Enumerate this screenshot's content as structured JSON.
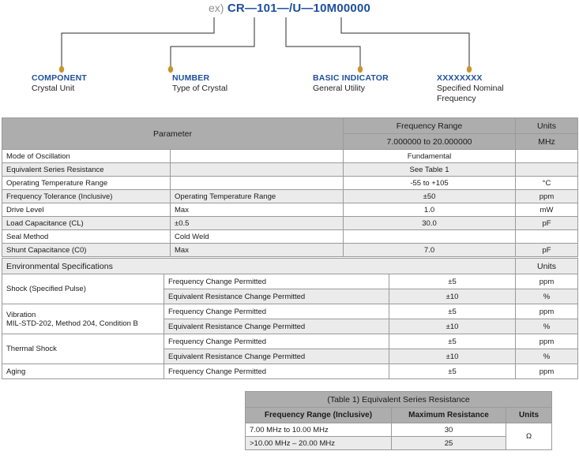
{
  "part_number_example": {
    "prefix": "ex)",
    "code": "CR—101—/U—10M00000",
    "callouts": [
      {
        "title": "COMPONENT",
        "sub1": "Crystal Unit",
        "sub2": ""
      },
      {
        "title": "NUMBER",
        "sub1": "Type of Crystal",
        "sub2": ""
      },
      {
        "title": "BASIC INDICATOR",
        "sub1": "General Utility",
        "sub2": ""
      },
      {
        "title": "XXXXXXXX",
        "sub1": "Specified Nominal",
        "sub2": "Frequency"
      }
    ],
    "dot_color": "#c8952b",
    "title_color": "#1d4f9c"
  },
  "parameters_table": {
    "header": {
      "parameter": "Parameter",
      "frequency_range": "Frequency Range",
      "frequency_range_value": "7.000000 to 20.000000",
      "units": "Units",
      "units_value": "MHz"
    },
    "rows": [
      {
        "param": "Mode of Oscillation",
        "cond": "",
        "value": "Fundamental",
        "units": ""
      },
      {
        "param": "Equivalent Series Resistance",
        "cond": "",
        "value": "See Table 1",
        "units": ""
      },
      {
        "param": "Operating Temperature Range",
        "cond": "",
        "value": "-55 to +105",
        "units": "°C"
      },
      {
        "param": "Frequency Tolerance (Inclusive)",
        "cond": "Operating Temperature Range",
        "value": "±50",
        "units": "ppm"
      },
      {
        "param": "Drive Level",
        "cond": "Max",
        "value": "1.0",
        "units": "mW"
      },
      {
        "param": "Load Capacitance (CL)",
        "cond": "±0.5",
        "value": "30.0",
        "units": "pF"
      },
      {
        "param": "Seal Method",
        "cond": "Cold Weld",
        "value": "",
        "units": ""
      },
      {
        "param": "Shunt Capacitance (C0)",
        "cond": "Max",
        "value": "7.0",
        "units": "pF"
      }
    ]
  },
  "environmental_table": {
    "header": {
      "title": "Environmental Specifications",
      "units": "Units"
    },
    "groups": [
      {
        "name_line1": "Shock (Specified Pulse)",
        "name_line2": "",
        "rows": [
          {
            "criteria": "Frequency Change Permitted",
            "value": "±5",
            "units": "ppm"
          },
          {
            "criteria": "Equivalent Resistance Change Permitted",
            "value": "±10",
            "units": "%"
          }
        ]
      },
      {
        "name_line1": "Vibration",
        "name_line2": "MIL-STD-202, Method 204, Condition B",
        "rows": [
          {
            "criteria": "Frequency Change Permitted",
            "value": "±5",
            "units": "ppm"
          },
          {
            "criteria": "Equivalent Resistance Change Permitted",
            "value": "±10",
            "units": "%"
          }
        ]
      },
      {
        "name_line1": "Thermal Shock",
        "name_line2": "",
        "rows": [
          {
            "criteria": "Frequency Change Permitted",
            "value": "±5",
            "units": "ppm"
          },
          {
            "criteria": "Equivalent Resistance Change Permitted",
            "value": "±10",
            "units": "%"
          }
        ]
      },
      {
        "name_line1": "Aging",
        "name_line2": "",
        "rows": [
          {
            "criteria": "Frequency Change Permitted",
            "value": "±5",
            "units": "ppm"
          }
        ]
      }
    ]
  },
  "esr_table": {
    "title": "(Table 1) Equivalent Series Resistance",
    "columns": [
      "Frequency Range (Inclusive)",
      "Maximum Resistance",
      "Units"
    ],
    "rows": [
      {
        "range": "7.00 MHz to 10.00 MHz",
        "resistance": "30"
      },
      {
        "range": ">10.00 MHz – 20.00 MHz",
        "resistance": "25"
      }
    ],
    "units": "Ω"
  }
}
